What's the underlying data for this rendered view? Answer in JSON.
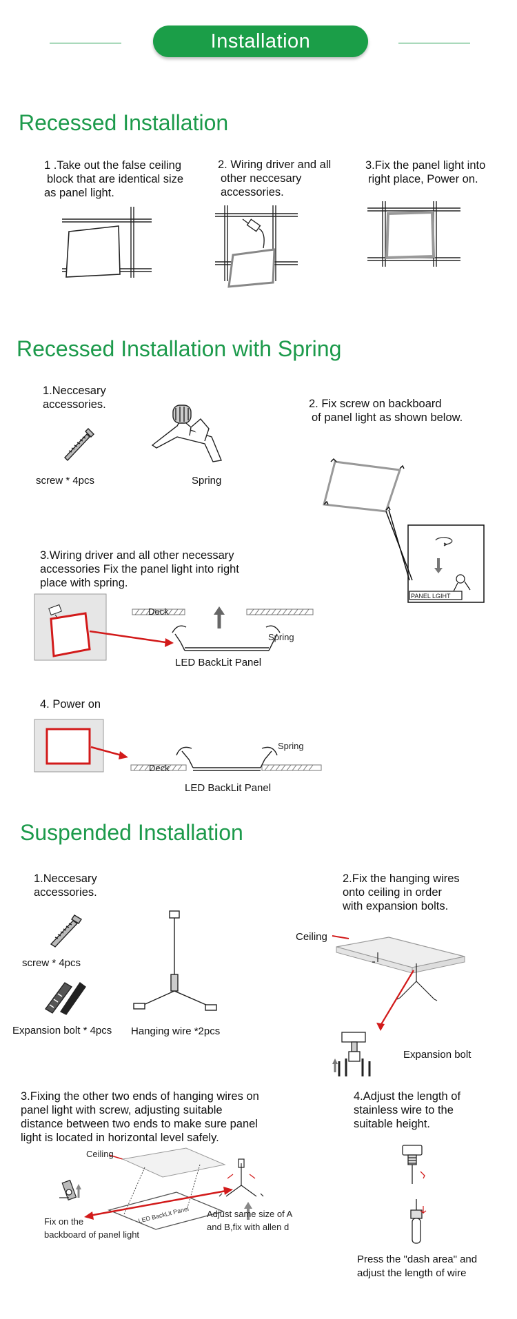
{
  "header": {
    "title": "Installation"
  },
  "recessed": {
    "title": "Recessed Installation",
    "step1": [
      "1 .Take out the false ceiling",
      "block that are identical size",
      "as panel light."
    ],
    "step2": [
      "2. Wiring driver and all",
      "other neccesary",
      "accessories."
    ],
    "step3": [
      "3.Fix the panel light into",
      "right place, Power on."
    ]
  },
  "spring": {
    "title": "Recessed Installation with Spring",
    "step1": [
      "1.Neccesary",
      "accessories."
    ],
    "screw_label": "screw * 4pcs",
    "spring_label": "Spring",
    "step2": [
      "2. Fix  screw on backboard",
      "of panel light as shown below."
    ],
    "panel_light_tag": "PANEL LGIHT",
    "step3": [
      "3.Wiring driver and all other necessary",
      "accessories Fix the panel light into right",
      "place with spring."
    ],
    "deck_label": "Deck",
    "spring_side_label": "Spring",
    "panel_label": "LED BackLit Panel",
    "step4": "4. Power on",
    "spring_label_2": "Spring",
    "deck_label_2": "Deck",
    "panel_label_2": "LED BackLit Panel"
  },
  "suspended": {
    "title": "Suspended Installation",
    "step1": [
      "1.Neccesary",
      "accessories."
    ],
    "screw_label": "screw * 4pcs",
    "bolt_label": "Expansion bolt * 4pcs",
    "wire_label": "Hanging wire *2pcs",
    "step2": [
      "2.Fix the hanging wires",
      "onto ceiling in order",
      "with expansion bolts."
    ],
    "ceiling_label": "Ceiling",
    "expansion_label": "Expansion bolt",
    "step3": [
      "3.Fixing the other two ends of hanging wires on",
      "panel light with screw, adjusting suitable",
      "distance between two ends to make sure panel",
      "light is located in horizontal level safely."
    ],
    "ceiling_label_2": "Ceiling",
    "panel_tag": "LED BackLit Panel",
    "fix_note": [
      "Fix on the",
      "backboard of panel light"
    ],
    "adjust_note": [
      "Adjust same size of A",
      "and B,fix with allen d"
    ],
    "step4": [
      "4.Adjust the length of",
      "stainless wire to the",
      "suitable height."
    ],
    "press_note": [
      "Press the \"dash area\" and",
      "adjust the length of wire"
    ]
  },
  "colors": {
    "accent": "#1c9a4b",
    "arrow": "#d21a1a"
  }
}
